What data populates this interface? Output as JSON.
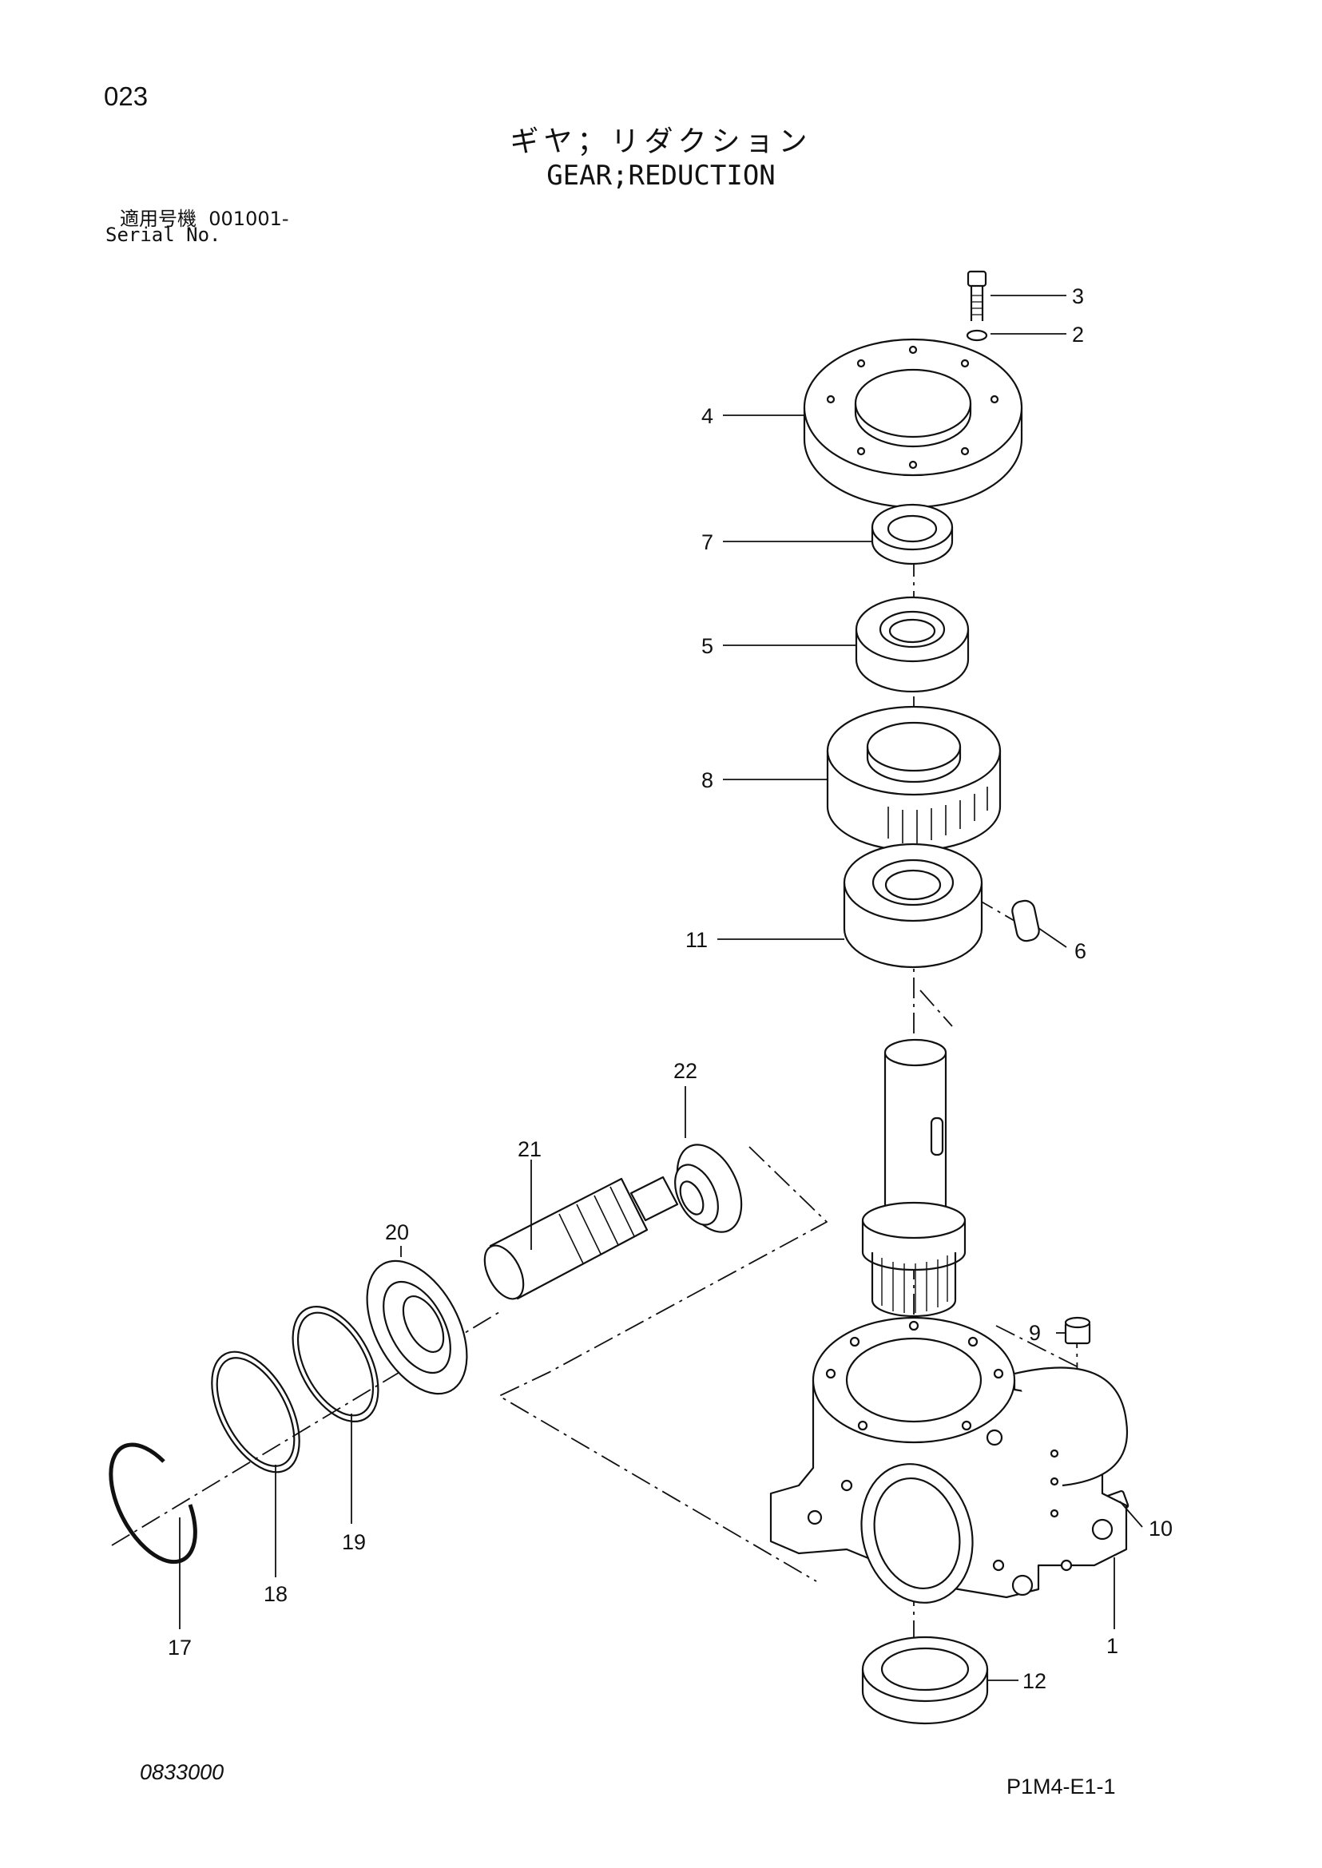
{
  "header": {
    "page_number": "023",
    "title_jp": "ギヤ；リダクション",
    "title_en": "GEAR;REDUCTION",
    "serial_label_jp": "適用号機",
    "serial_value": "001001-",
    "serial_label_en": "Serial No."
  },
  "callouts": [
    "1",
    "2",
    "3",
    "4",
    "5",
    "6",
    "7",
    "8",
    "9",
    "10",
    "11",
    "12",
    "17",
    "18",
    "19",
    "20",
    "21",
    "22"
  ],
  "footer": {
    "doc_code": "0833000",
    "page_ref": "P1M4-E1-1"
  }
}
